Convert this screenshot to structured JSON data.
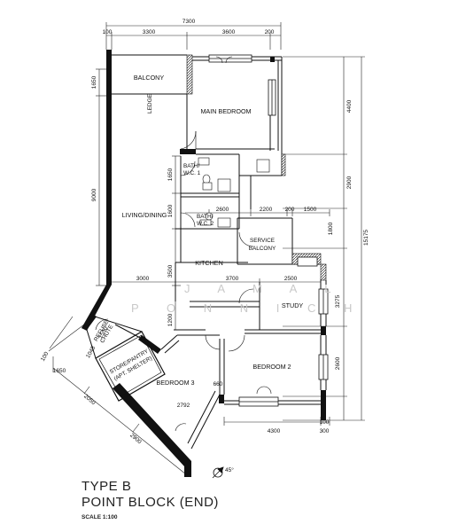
{
  "plan": {
    "type_label": "TYPE B",
    "block_label": "POINT BLOCK (END)",
    "scale_label": "SCALE  1:100",
    "north_label": "45°",
    "watermark": [
      "J A M A L",
      "P O N N I C H"
    ]
  },
  "rooms": {
    "balcony": "BALCONY",
    "main_bedroom": "MAIN BEDROOM",
    "bath_wc_1": [
      "BATH/",
      "W.C. 1"
    ],
    "bath_wc_2": [
      "BATH/",
      "W.C. 2"
    ],
    "living_dining": "LIVING/DINING",
    "service_balcony": [
      "SERVICE",
      "BALCONY"
    ],
    "kitchen": "KITCHEN",
    "study": "STUDY",
    "bedroom_2": "BEDROOM 2",
    "bedroom_3": "BEDROOM 3",
    "store": [
      "STORE/PANTRY",
      "(APT. SHELTER)"
    ],
    "refuse": [
      "REFUSE",
      "CHUTE"
    ],
    "ledge": "LEDGE"
  },
  "dimensions": {
    "overall_width": "7300",
    "top": [
      "100",
      "3300",
      "3600",
      "200"
    ],
    "right_total": "15175",
    "right": [
      "4400",
      "2900",
      "1800",
      "3275",
      "2600",
      "100"
    ],
    "left": [
      "1650",
      "9000"
    ],
    "mid": [
      "1650",
      "1600",
      "2600",
      "2200",
      "200",
      "1500",
      "3500",
      "3000",
      "3700",
      "2500",
      "1200"
    ],
    "bottom": [
      "4300",
      "300"
    ],
    "lower_left": [
      "100",
      "1048",
      "1650",
      "2050",
      "2900",
      "1550",
      "2792",
      "660"
    ]
  }
}
